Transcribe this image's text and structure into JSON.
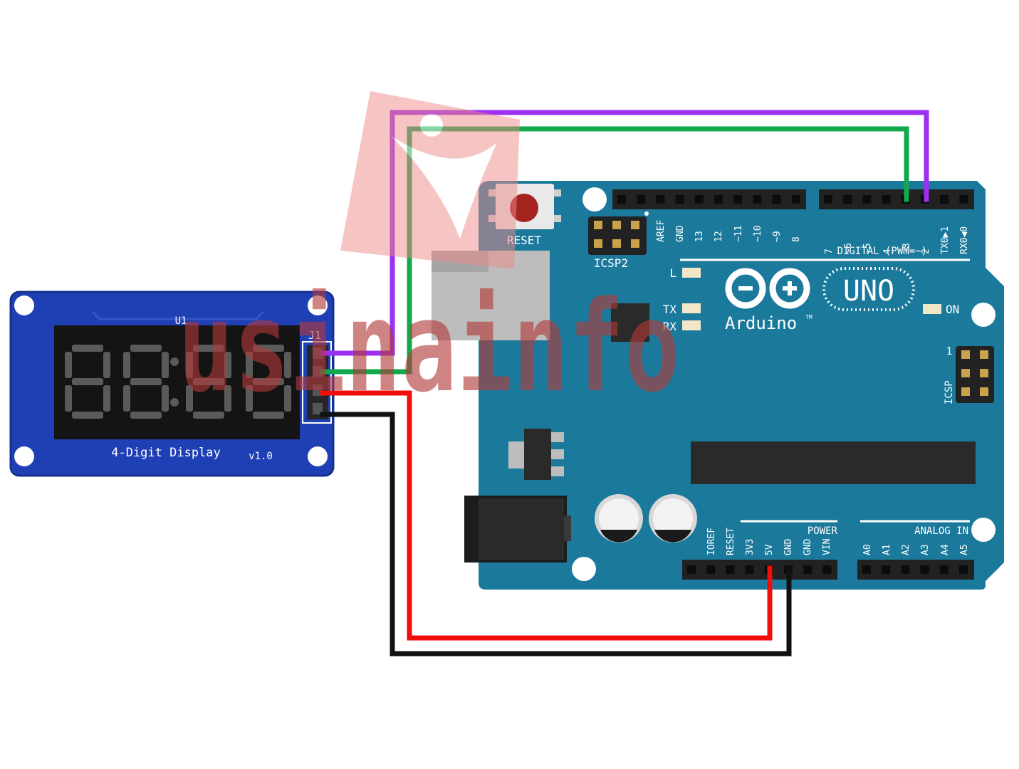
{
  "watermark": {
    "text": "usinainfo",
    "colors": {
      "logo": "#f08a8a",
      "text": "#b23a3a"
    }
  },
  "display_module": {
    "chip_label": "U1",
    "connector_label": "J1",
    "caption": "4-Digit Display",
    "version": "v1.0",
    "digits": [
      "8",
      "8",
      "8",
      "8"
    ],
    "colon": true,
    "colors": {
      "pcb": "#1f3fb4",
      "face": "#141414",
      "segment": "#5a5a5a"
    }
  },
  "arduino": {
    "reset_label": "RESET",
    "icsp2_label": "ICSP2",
    "icsp_label": "ICSP",
    "icsp_pin1": "1",
    "led_l": "L",
    "led_tx": "TX",
    "led_rx": "RX",
    "led_on": "ON",
    "brand": "Arduino",
    "trademark": "TM",
    "model": "UNO",
    "digital_title": "DIGITAL (PWM=~)",
    "power_title": "POWER",
    "analog_title": "ANALOG IN",
    "top_left_pins": [
      "AREF",
      "GND",
      "13",
      "12",
      "~11",
      "~10",
      "~9",
      "8"
    ],
    "top_right_pins": [
      "7",
      "~6",
      "~5",
      "4",
      "~3",
      "2",
      "TX0▶1",
      "RX0◀0"
    ],
    "power_pins": [
      "IOREF",
      "RESET",
      "3V3",
      "5V",
      "GND",
      "GND",
      "VIN"
    ],
    "analog_pins": [
      "A0",
      "A1",
      "A2",
      "A3",
      "A4",
      "A5"
    ],
    "colors": {
      "board": "#1b7a9c",
      "text": "#ffffff",
      "header": "#222222"
    }
  },
  "wires": [
    {
      "from": "J1 pin 1",
      "to": "D2",
      "color": "#9b30f0"
    },
    {
      "from": "J1 pin 2",
      "to": "D3",
      "color": "#12a84c"
    },
    {
      "from": "J1 pin 3",
      "to": "5V",
      "color": "#f20c0c"
    },
    {
      "from": "J1 pin 4",
      "to": "GND",
      "color": "#111111"
    }
  ]
}
